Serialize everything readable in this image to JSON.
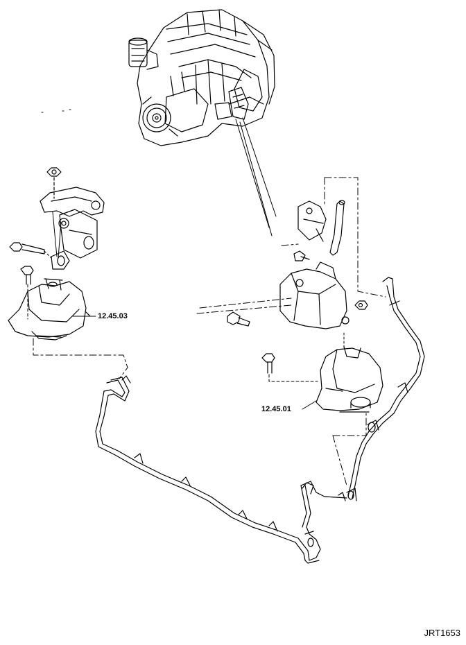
{
  "labels": {
    "rh_mount": "12.45.03",
    "lh_mount": "12.45.01"
  },
  "figure_code": "JRT1653"
}
